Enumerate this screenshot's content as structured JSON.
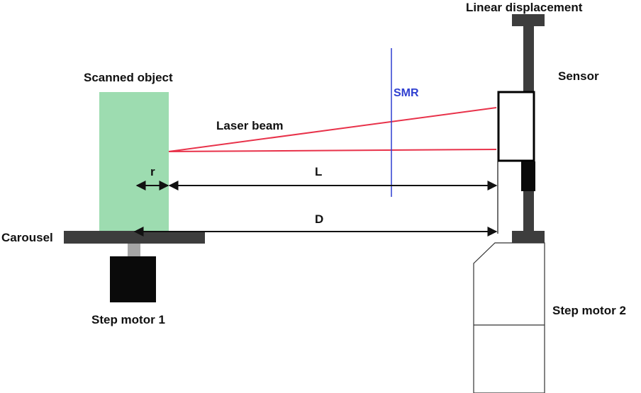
{
  "labels": {
    "linear_displacement": "Linear displacement",
    "sensor": "Sensor",
    "scanned_object": "Scanned object",
    "laser_beam": "Laser beam",
    "smr": "SMR",
    "carousel": "Carousel",
    "step_motor_1": "Step motor 1",
    "step_motor_2": "Step motor 2",
    "dim_r": "r",
    "dim_L": "L",
    "dim_D": "D"
  },
  "colors": {
    "object_fill": "#9ddcb0",
    "laser": "#e8324a",
    "smr": "#2f3fd0",
    "bar": "#3d3d3d",
    "motor": "#0a0a0a",
    "shaft": "#a6a6a6",
    "arrow": "#111111"
  }
}
